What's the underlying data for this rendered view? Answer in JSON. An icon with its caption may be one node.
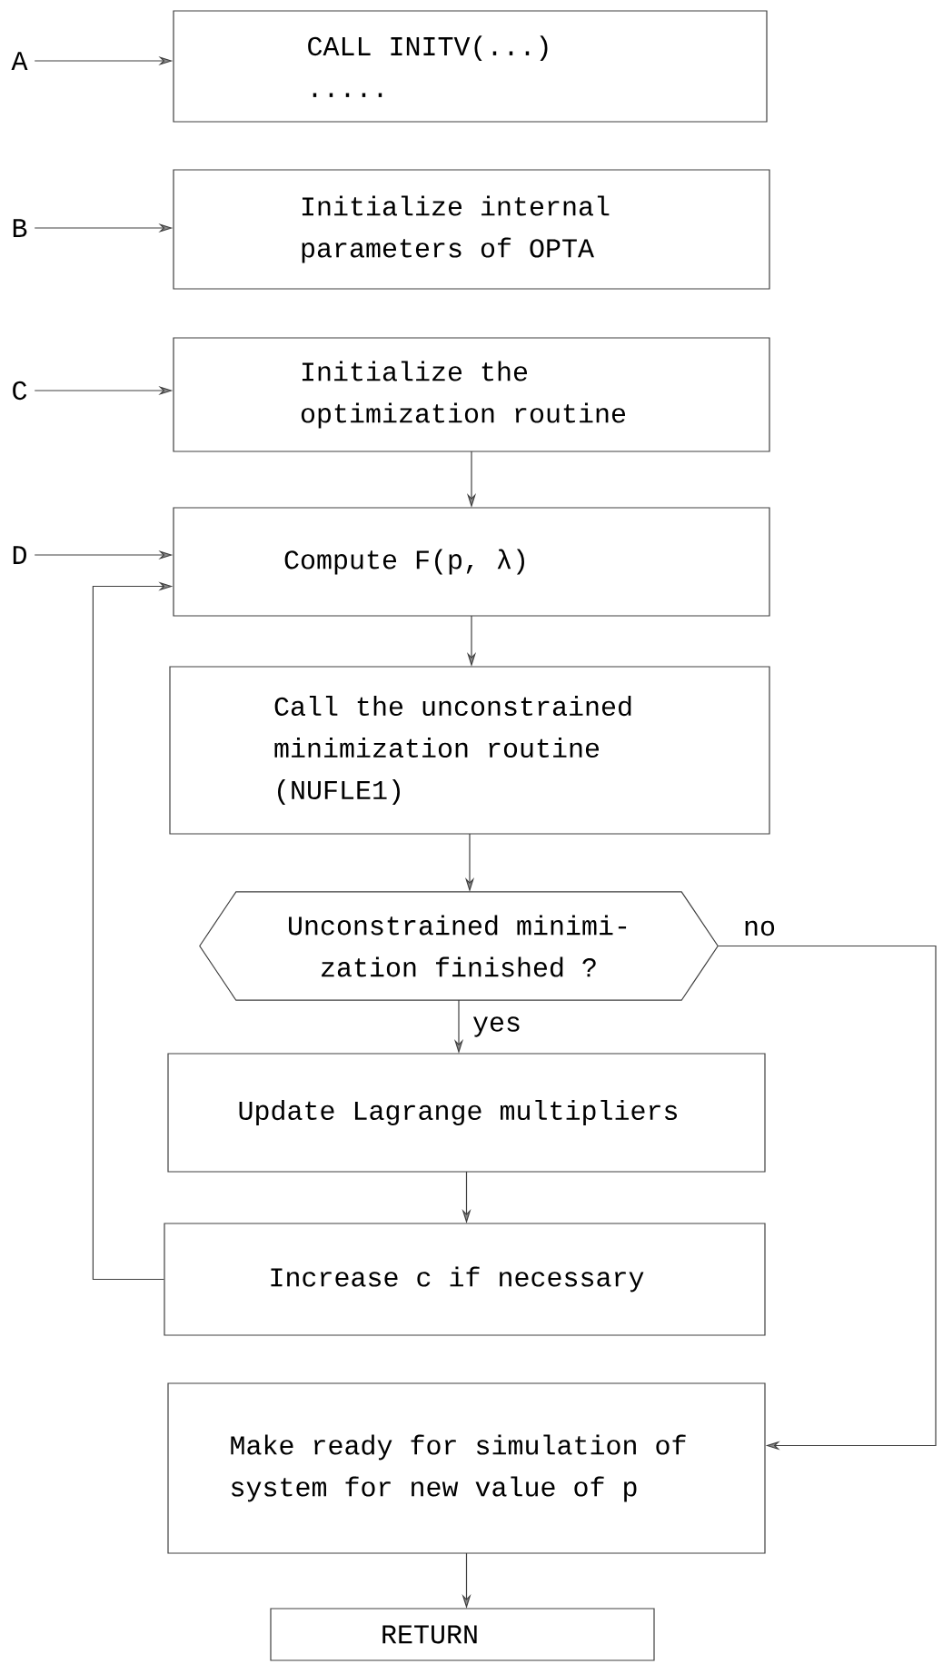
{
  "diagram": {
    "nodes": [
      {
        "text": [
          "A"
        ]
      },
      {
        "text": [
          "CALL INITV(...)",
          "....."
        ]
      },
      {
        "text": [
          "B"
        ]
      },
      {
        "text": [
          "Initialize internal parameters of OPTA"
        ]
      },
      {
        "text": [
          "C"
        ]
      },
      {
        "text": [
          "Initialize the optimization routine"
        ]
      },
      {
        "text": [
          "D"
        ]
      },
      {
        "text": [
          "Compute F(p, λ)"
        ]
      },
      {
        "text": [
          "Call the unconstrained minimization routine (NUFLE1)"
        ]
      },
      {
        "text": [
          "Unconstrained minimi- zation finished ?"
        ]
      },
      {
        "text": [
          "Update Lagrange multipliers"
        ]
      },
      {
        "text": [
          "Increase c if necessary"
        ]
      },
      {
        "text": [
          "Make ready for simulation of system for new value of p"
        ]
      },
      {
        "text": [
          "RETURN"
        ]
      }
    ],
    "edges": [
      {
        "from": 0,
        "to": 1,
        "arrow": "to"
      },
      {
        "from": 2,
        "to": 3,
        "arrow": "to"
      },
      {
        "from": 4,
        "to": 5,
        "arrow": "to"
      },
      {
        "from": 5,
        "to": 7,
        "arrow": "to"
      },
      {
        "from": 6,
        "to": 7,
        "arrow": "to"
      },
      {
        "from": 7,
        "to": 8,
        "arrow": "to"
      },
      {
        "from": 8,
        "to": 9,
        "arrow": "to"
      },
      {
        "from": 9,
        "to": 10,
        "arrow": "to",
        "label": "yes"
      },
      {
        "from": 10,
        "to": 11,
        "arrow": "to"
      },
      {
        "from": 11,
        "to": 7,
        "arrow": "to"
      },
      {
        "from": 9,
        "to": 12,
        "arrow": "to",
        "label": "no"
      },
      {
        "from": 12,
        "to": 13,
        "arrow": "to"
      }
    ]
  }
}
